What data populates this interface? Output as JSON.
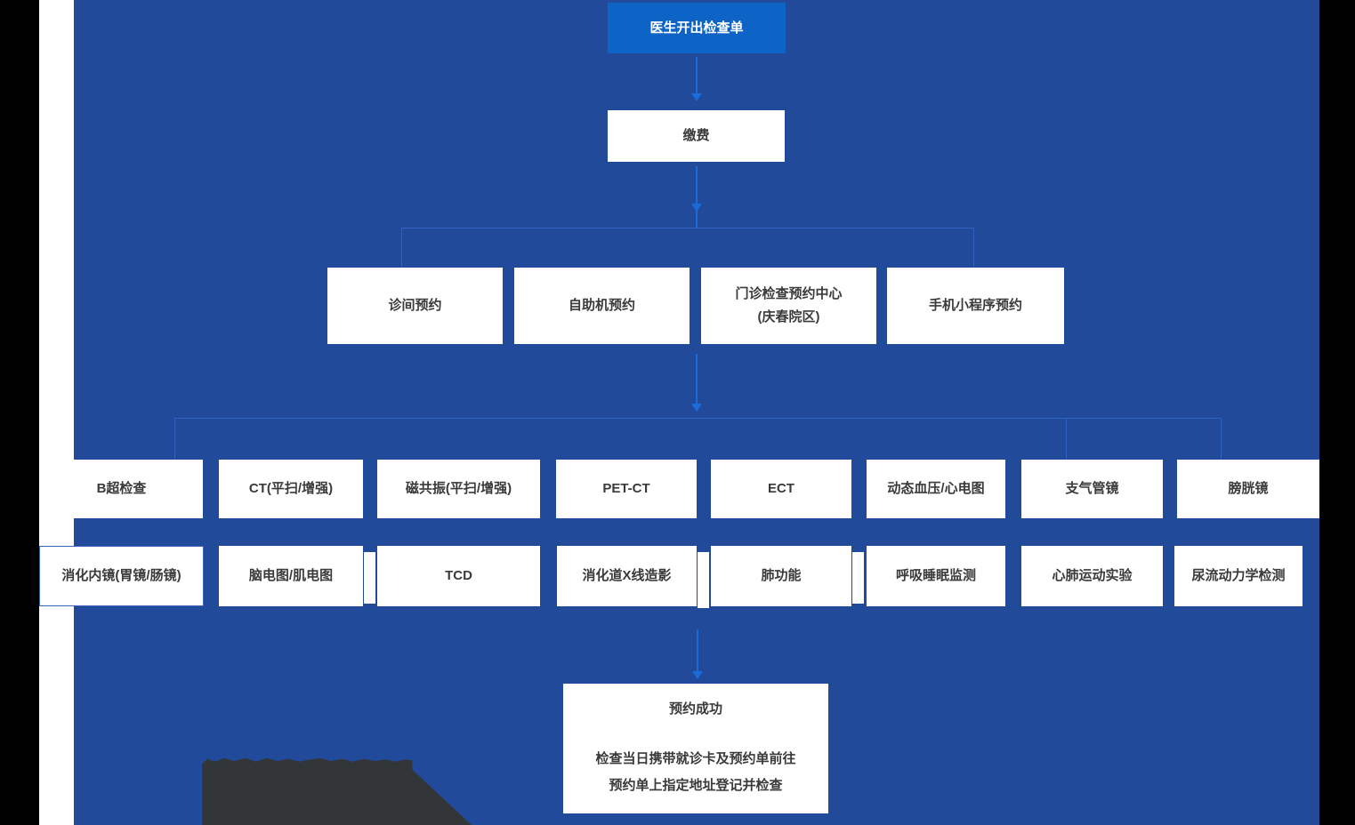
{
  "flow": {
    "start": {
      "label": "医生开出检查单"
    },
    "payment": {
      "label": "缴费"
    },
    "booking_channels": [
      {
        "label": "诊间预约"
      },
      {
        "label": "自助机预约"
      },
      {
        "label": "门诊检查预约中心",
        "label2": "(庆春院区)"
      },
      {
        "label": "手机小程序预约"
      }
    ],
    "exam_row1": [
      "B超检查",
      "CT(平扫/增强)",
      "磁共振(平扫/增强)",
      "PET-CT",
      "ECT",
      "动态血压/心电图",
      "支气管镜",
      "膀胱镜"
    ],
    "exam_row2": [
      "消化内镜(胃镜/肠镜)",
      "脑电图/肌电图",
      "TCD",
      "消化道X线造影",
      "肺功能",
      "呼吸睡眠监测",
      "心肺运动实验",
      "尿流动力学检测"
    ],
    "success": {
      "title": "预约成功",
      "line1": "检查当日携带就诊卡及预约单前往",
      "line2": "预约单上指定地址登记并检查"
    }
  },
  "colors": {
    "background": "#214A9B",
    "primary_box": "#0E64C6",
    "arrow": "#1B6BD9",
    "connector": "#2F62C2",
    "box_text": "#3A3A3A",
    "dark_shape": "#333638",
    "side_bars": "#000000",
    "left_stripe": "#FFFFFF"
  }
}
